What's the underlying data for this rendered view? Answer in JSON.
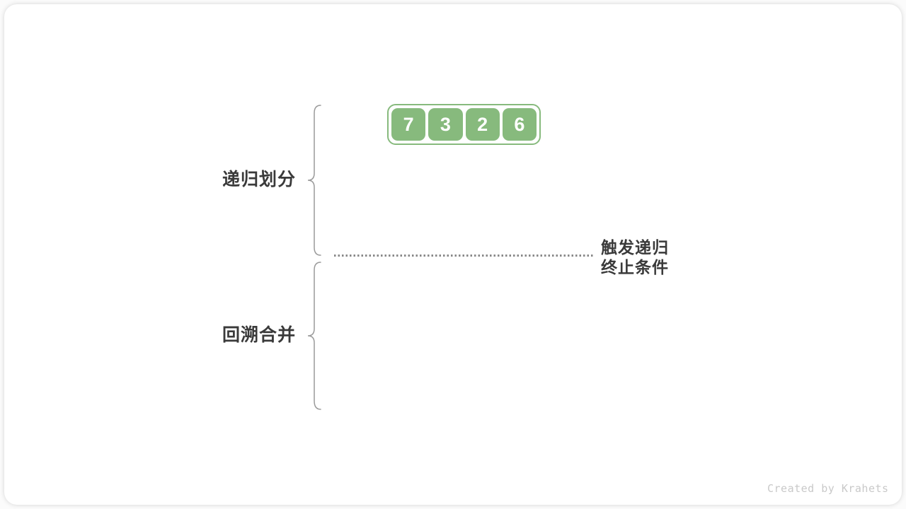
{
  "figure": {
    "array": {
      "values": [
        "7",
        "3",
        "2",
        "6"
      ]
    },
    "labels": {
      "recursive_partition": "递归划分",
      "backtrack_merge": "回溯合并"
    },
    "annotation": {
      "line1": "触发递归",
      "line2": "终止条件"
    },
    "watermark": "Created by Krahets",
    "colors": {
      "node_green": "#87ba7d",
      "label_text": "#3a3a3a",
      "brace_stroke": "#9a9a9a",
      "dotted_line": "#8a8a8a",
      "watermark_text": "#c9c9c9",
      "card_background": "#ffffff"
    }
  }
}
